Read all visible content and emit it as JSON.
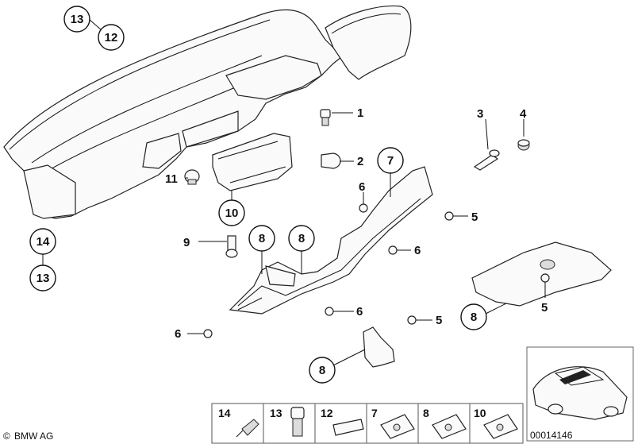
{
  "callouts": {
    "c13_top": "13",
    "c12_top": "12",
    "n1": "1",
    "n2": "2",
    "n3": "3",
    "n4": "4",
    "c7": "7",
    "n6_a": "6",
    "n5_a": "5",
    "n6_b": "6",
    "n11": "11",
    "c10": "10",
    "n9": "9",
    "c14_left": "14",
    "c13_left": "13",
    "c8_a": "8",
    "c8_b": "8",
    "n6_c": "6",
    "n6_d": "6",
    "n5_b": "5",
    "c8_c": "8",
    "n5_c": "5",
    "c8_d": "8"
  },
  "legend": {
    "items": [
      {
        "label": "14"
      },
      {
        "label": "13"
      },
      {
        "label": "12"
      },
      {
        "label": "7"
      },
      {
        "label": "8"
      },
      {
        "label": "10"
      }
    ]
  },
  "footer": {
    "brand": "BMW AG",
    "copyright_symbol": "©",
    "diagram_number": "00014146"
  }
}
